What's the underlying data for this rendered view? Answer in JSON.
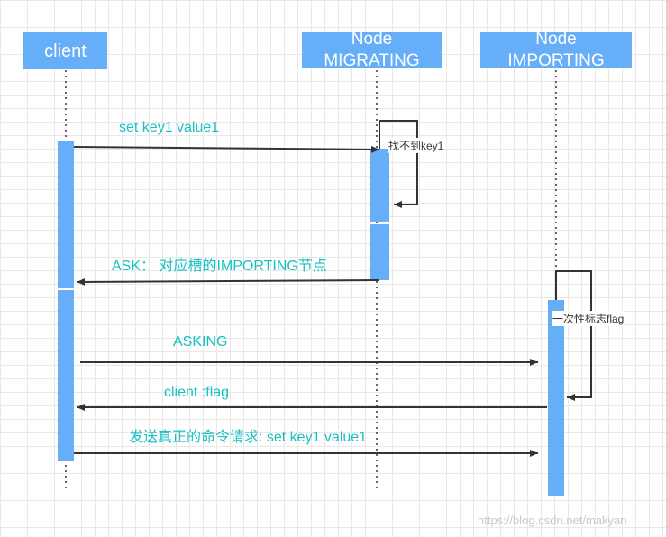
{
  "actors": {
    "client": "client",
    "migrating": "Node\nMIGRATING",
    "importing": "Node\nIMPORTING"
  },
  "messages": {
    "set_key": "set key1 value1",
    "ask": "ASK： 对应槽的IMPORTING节点",
    "asking": "ASKING",
    "client_flag": "client :flag",
    "real_cmd": "发送真正的命令请求: set key1 value1"
  },
  "notes": {
    "not_found": "找不到key1",
    "once_flag": "一次性标志flag"
  },
  "watermark": "https://blog.csdn.net/makyan",
  "colors": {
    "actor_fill": "#66aef7",
    "message_text": "#17c1c1",
    "arrow": "#333333"
  }
}
